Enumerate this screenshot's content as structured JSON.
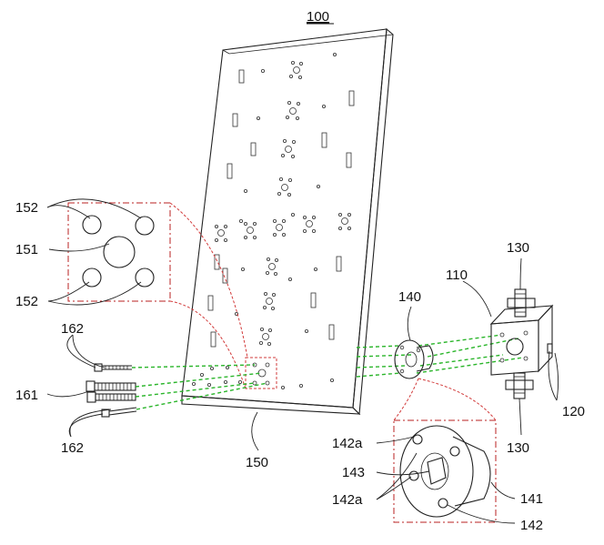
{
  "labels": {
    "assembly": "100",
    "plate": "150",
    "hole_group_center": "151",
    "hole_group_outer_top": "152",
    "hole_group_outer_bottom": "152",
    "screw_upper": "162",
    "screw_center": "161",
    "screw_lower": "162",
    "flange": "140",
    "block": "110",
    "clamp_top": "130",
    "clamp_bottom": "130",
    "block_side": "120",
    "flange_hole_top": "142a",
    "flange_hole_bottom": "142a",
    "flange_slot": "143",
    "flange_body": "141",
    "flange_plate": "142"
  }
}
